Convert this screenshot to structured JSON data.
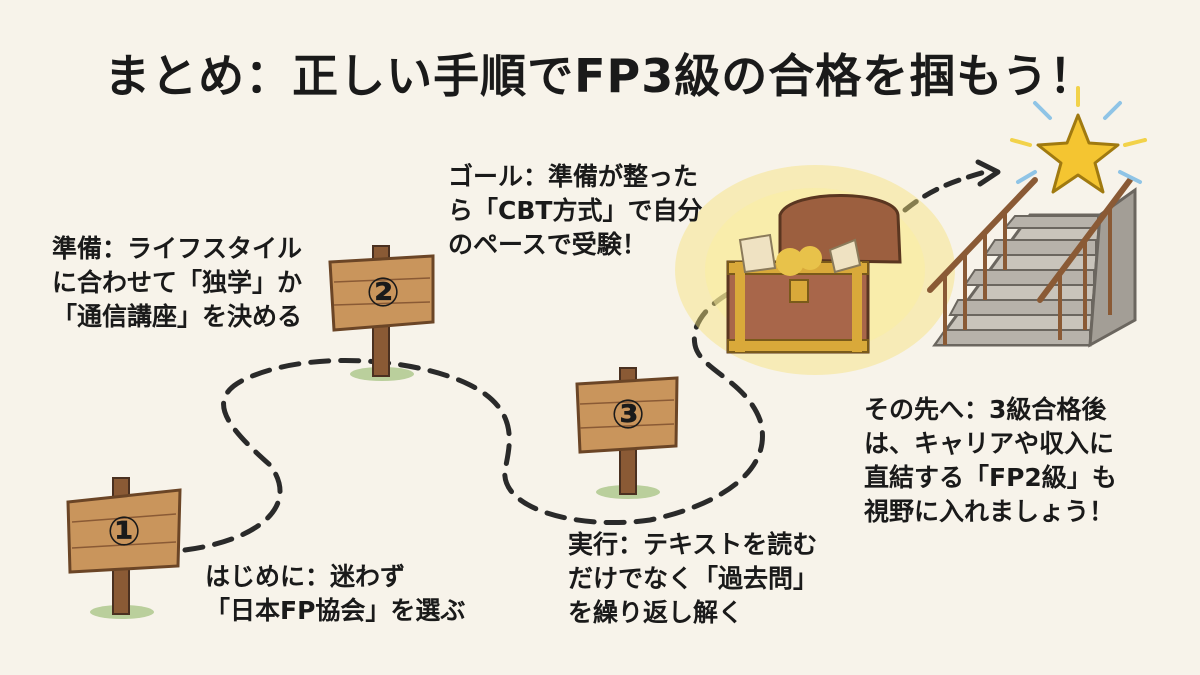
{
  "title": "まとめ：正しい手順でFP3級の合格を掴もう！",
  "steps": [
    {
      "number": "①",
      "lines": [
        "はじめに：迷わず",
        "「日本FP協会」を選ぶ"
      ]
    },
    {
      "number": "②",
      "lines": [
        "準備：ライフスタイル",
        "に合わせて「独学」か",
        "「通信講座」を決める"
      ]
    },
    {
      "number": "③",
      "lines": [
        "実行：テキストを読む",
        "だけでなく「過去問」",
        "を繰り返し解く"
      ]
    }
  ],
  "goal": {
    "lines": [
      "ゴール：準備が整った",
      "ら「CBT方式」で自分",
      "のペースで受験！"
    ]
  },
  "next": {
    "lines": [
      "その先へ：3級合格後",
      "は、キャリアや収入に",
      "直結する「FP2級」も",
      "視野に入れましょう！"
    ]
  },
  "colors": {
    "background": "#f7f3ea",
    "wood": "#c9955c",
    "wood_dark": "#7a4f2a",
    "chest_gold": "#d9a93a",
    "glow": "#f6e27a",
    "star": "#f4c531",
    "stone": "#b7b2aa",
    "stair_wood": "#8a5a35",
    "path": "#2a2a2a"
  },
  "icons": [
    "signpost-icon",
    "treasure-chest-icon",
    "staircase-icon",
    "star-icon",
    "arrow-icon"
  ]
}
